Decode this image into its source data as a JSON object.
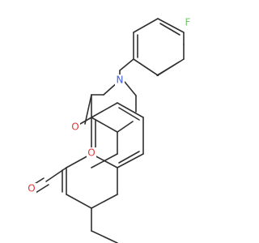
{
  "molecule": {
    "atoms": {
      "fluorine": {
        "symbol": "F",
        "color": "#76c76e"
      },
      "nitrogen": {
        "symbol": "N",
        "color": "#3d5fe0"
      },
      "oxygen_carbonyl": {
        "symbol": "O",
        "color": "#e03b3b"
      },
      "oxygen_lactone": {
        "symbol": "O",
        "color": "#e03b3b"
      },
      "oxygen_oxazine": {
        "symbol": "O",
        "color": "#e03b3b"
      }
    },
    "bond_color": "#2f2f2f"
  }
}
